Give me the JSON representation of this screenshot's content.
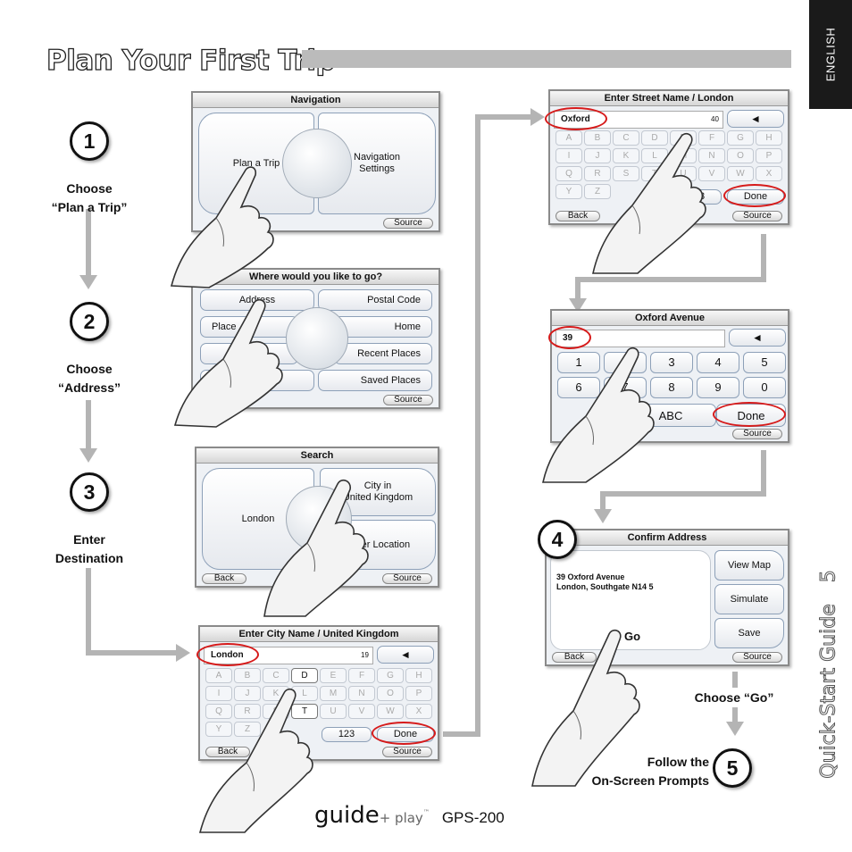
{
  "page": {
    "title": "Plan Your First Trip",
    "language_tab": "ENGLISH",
    "side_title": "Quick-Start Guide",
    "page_number": "5"
  },
  "steps": [
    {
      "number": "1",
      "label_line1": "Choose",
      "label_line2": "“Plan a Trip”"
    },
    {
      "number": "2",
      "label_line1": "Choose",
      "label_line2": "“Address”"
    },
    {
      "number": "3",
      "label_line1": "Enter",
      "label_line2": "Destination"
    },
    {
      "number": "4"
    },
    {
      "number": "5",
      "label_line1": "Follow the",
      "label_line2": "On-Screen Prompts"
    }
  ],
  "choose_go": "Choose “Go”",
  "screens": {
    "navigation": {
      "title": "Navigation",
      "plan": "Plan a Trip",
      "settings_line1": "Navigation",
      "settings_line2": "Settings",
      "source": "Source"
    },
    "where": {
      "title": "Where would you like to go?",
      "address": "Address",
      "postal": "Postal Code",
      "place": "Place",
      "home": "Home",
      "recent": "Recent Places",
      "saved": "Saved Places",
      "source": "Source"
    },
    "search": {
      "title": "Search",
      "london": "London",
      "city_line1": "City in",
      "city_line2": "United Kingdom",
      "other": "Other Location",
      "back": "Back",
      "source": "Source"
    },
    "city": {
      "title": "Enter City Name / United Kingdom",
      "field": "London",
      "count": "19",
      "done": "Done",
      "num": "123",
      "back": "Back",
      "source": "Source",
      "keys": [
        "A",
        "B",
        "C",
        "D",
        "E",
        "F",
        "G",
        "H",
        "I",
        "J",
        "K",
        "L",
        "M",
        "N",
        "O",
        "P",
        "Q",
        "R",
        "S",
        "T",
        "U",
        "V",
        "W",
        "X",
        "Y",
        "Z"
      ]
    },
    "street": {
      "title": "Enter Street Name / London",
      "field": "Oxford",
      "count": "40",
      "done": "Done",
      "num": "123",
      "back": "Back",
      "source": "Source",
      "keys": [
        "A",
        "B",
        "C",
        "D",
        "E",
        "F",
        "G",
        "H",
        "I",
        "J",
        "K",
        "L",
        "M",
        "N",
        "O",
        "P",
        "Q",
        "R",
        "S",
        "T",
        "U",
        "V",
        "W",
        "X",
        "Y",
        "Z"
      ]
    },
    "house": {
      "title": "Oxford Avenue",
      "field": "39",
      "keys": [
        "1",
        "2",
        "3",
        "4",
        "5",
        "6",
        "7",
        "8",
        "9",
        "0"
      ],
      "abc": "ABC",
      "done": "Done",
      "source": "Source"
    },
    "confirm": {
      "title": "Confirm Address",
      "line1": "39 Oxford Avenue",
      "line2": "London, Southgate N14 5",
      "go": "Go",
      "view_map": "View Map",
      "simulate": "Simulate",
      "save": "Save",
      "back": "Back",
      "source": "Source"
    }
  },
  "brand": {
    "logo_main": "guide",
    "logo_plus": "+ play",
    "logo_mark": "™",
    "model": "GPS-200"
  },
  "colors": {
    "highlight_ring": "#d61a1a",
    "connector": "#b4b4b4",
    "tab": "#1a1a1a"
  }
}
